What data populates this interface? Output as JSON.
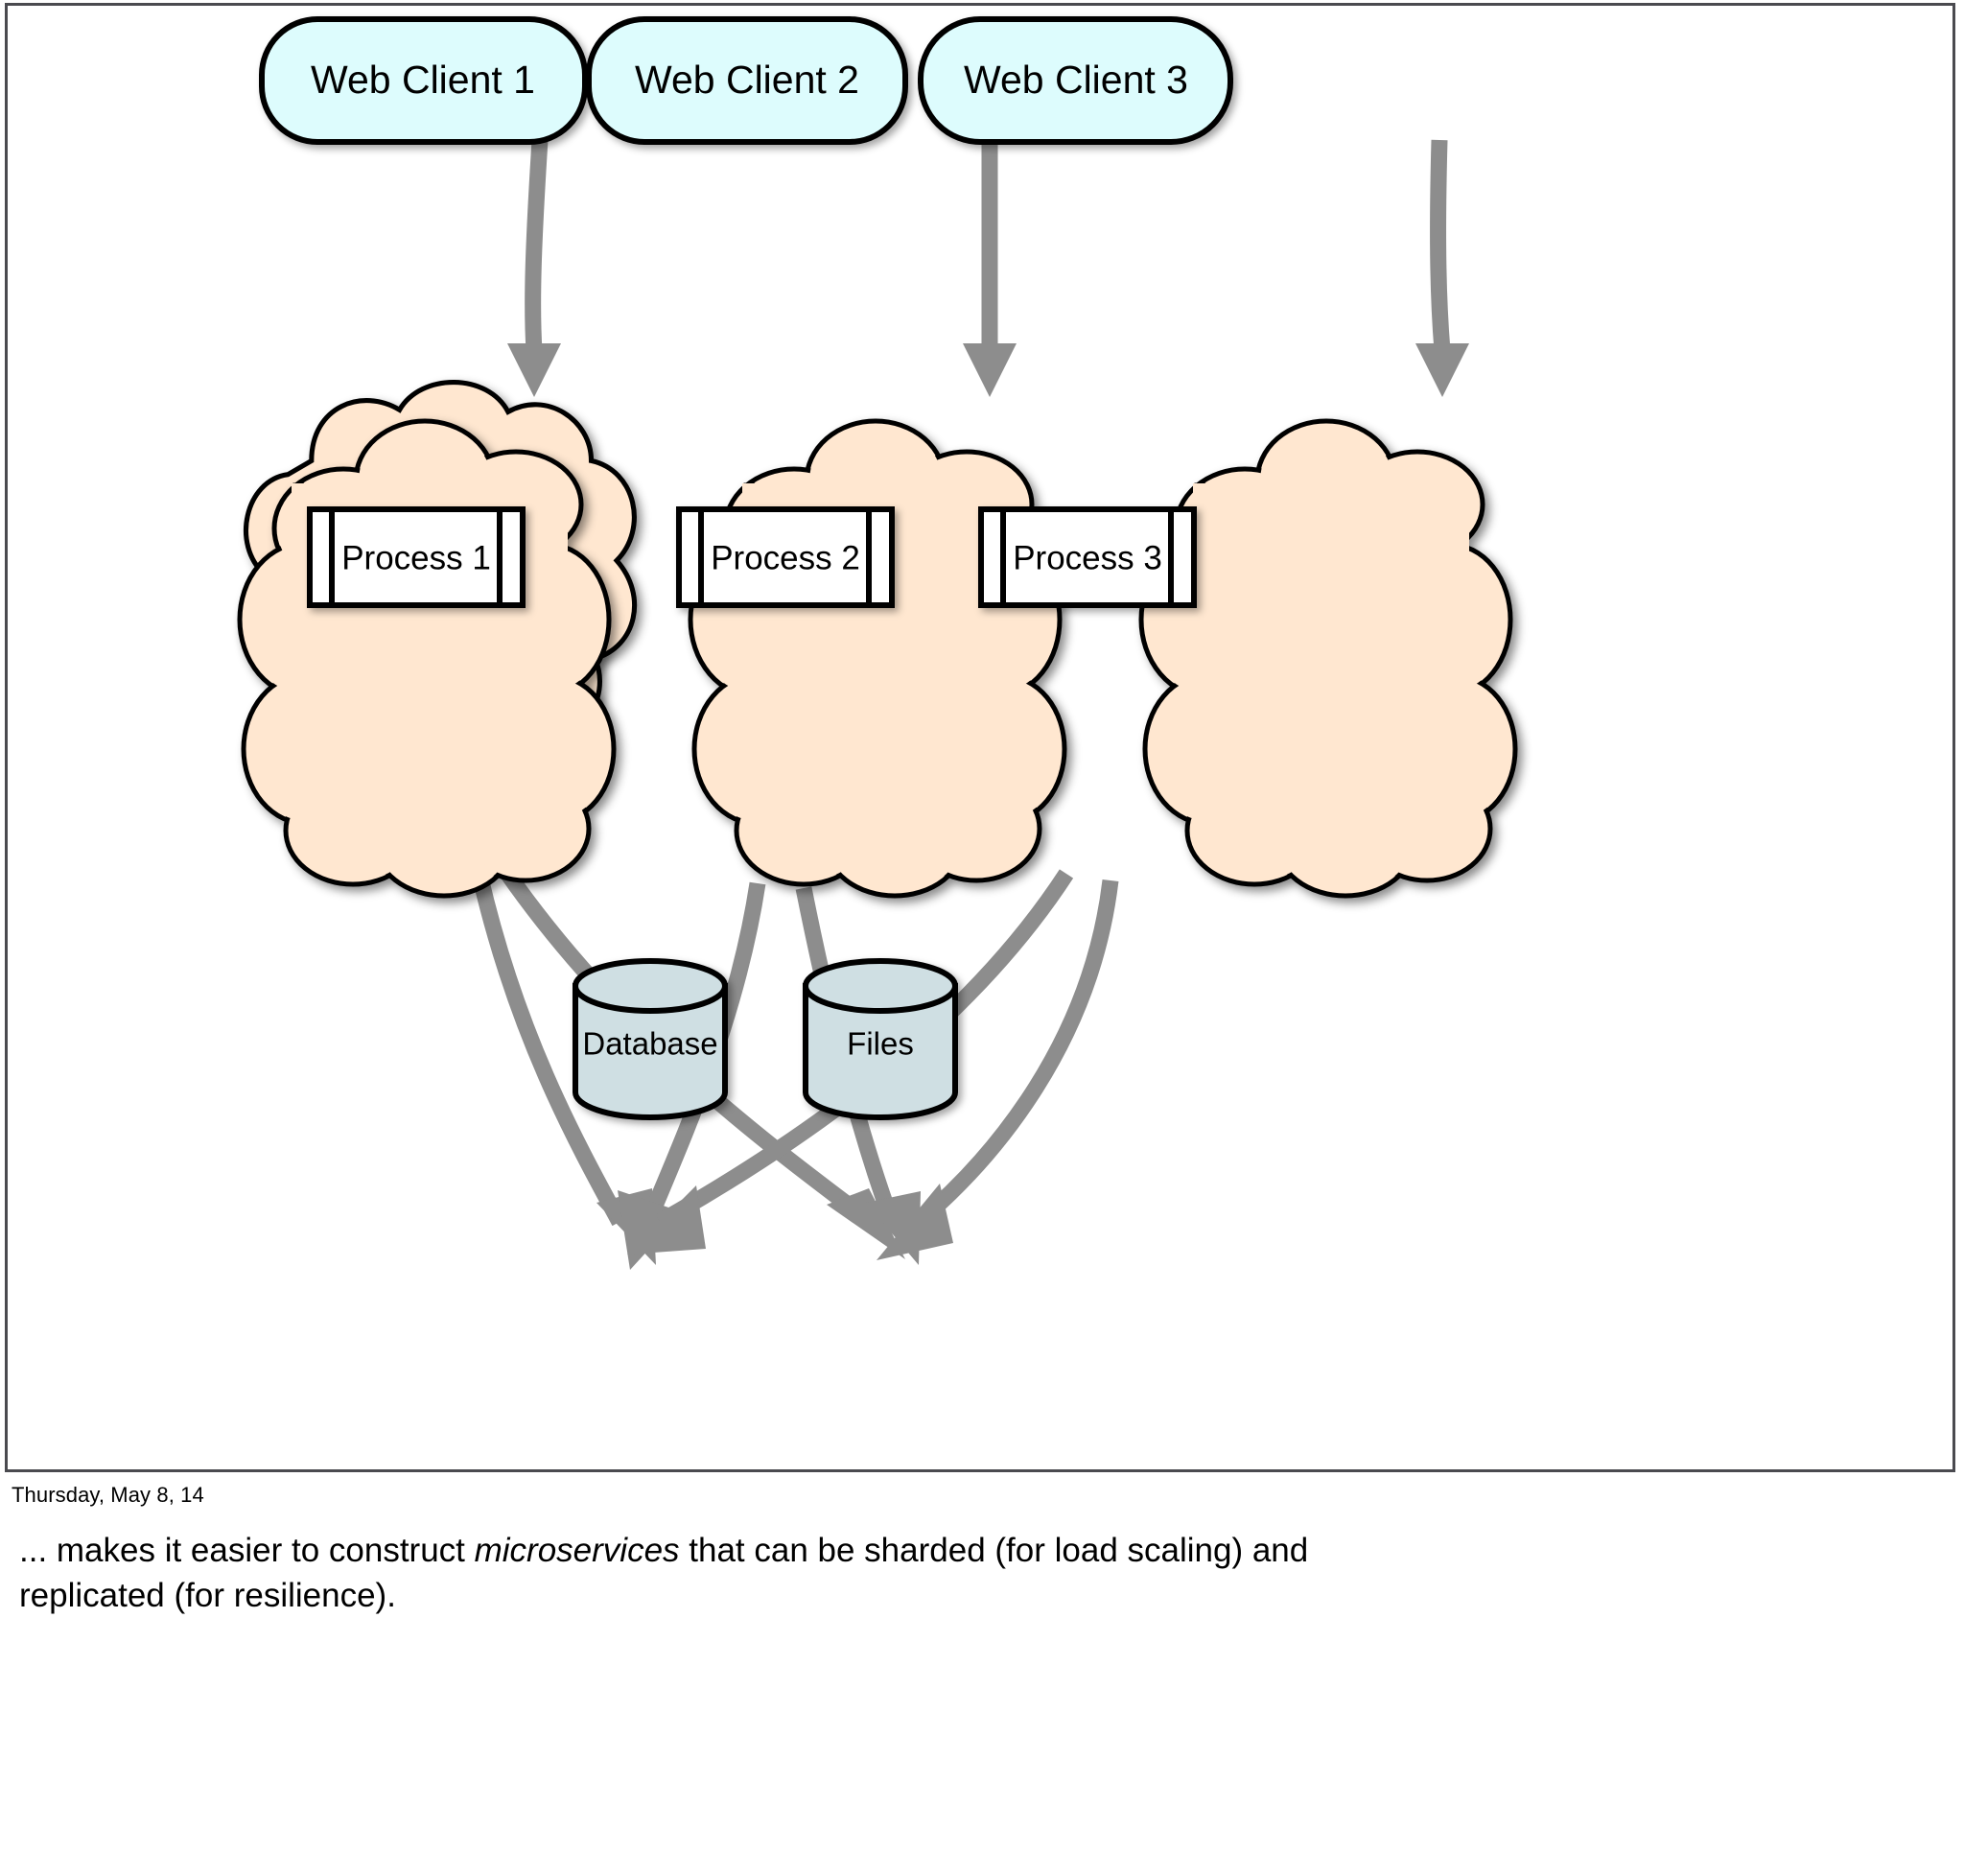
{
  "slide": {
    "date_text": "Thursday, May 8, 14",
    "caption_prefix": "... makes it easier to construct ",
    "caption_emphasis": "microservices",
    "caption_suffix": " that can be sharded (for load scaling) and replicated (for resilience)."
  },
  "diagram": {
    "type": "architecture-flow",
    "clients": [
      {
        "id": "web-client-1",
        "label": "Web Client 1"
      },
      {
        "id": "web-client-2",
        "label": "Web Client 2"
      },
      {
        "id": "web-client-3",
        "label": "Web Client 3"
      }
    ],
    "processes": [
      {
        "id": "process-1",
        "label": "Process 1"
      },
      {
        "id": "process-2",
        "label": "Process 2"
      },
      {
        "id": "process-3",
        "label": "Process 3"
      }
    ],
    "stores": [
      {
        "id": "database",
        "label": "Database"
      },
      {
        "id": "files",
        "label": "Files"
      }
    ],
    "connections": [
      {
        "from": "web-client-1",
        "to": "process-1"
      },
      {
        "from": "web-client-2",
        "to": "process-2"
      },
      {
        "from": "web-client-3",
        "to": "process-3"
      },
      {
        "from": "process-1",
        "to": "database"
      },
      {
        "from": "process-1",
        "to": "files"
      },
      {
        "from": "process-2",
        "to": "database"
      },
      {
        "from": "process-2",
        "to": "files"
      },
      {
        "from": "process-3",
        "to": "database"
      },
      {
        "from": "process-3",
        "to": "files"
      }
    ]
  },
  "colors": {
    "client_fill": "#ddfcfd",
    "client_stroke": "#000000",
    "cloud_fill": "#ffe7d0",
    "cloud_stroke": "#000000",
    "process_fill": "#ffffff",
    "process_stroke": "#000000",
    "store_fill": "#cfdfe3",
    "store_stroke": "#000000",
    "arrow": "#8d8d8d",
    "frame": "#4a4a4f",
    "text": "#000000",
    "background": "#ffffff"
  }
}
